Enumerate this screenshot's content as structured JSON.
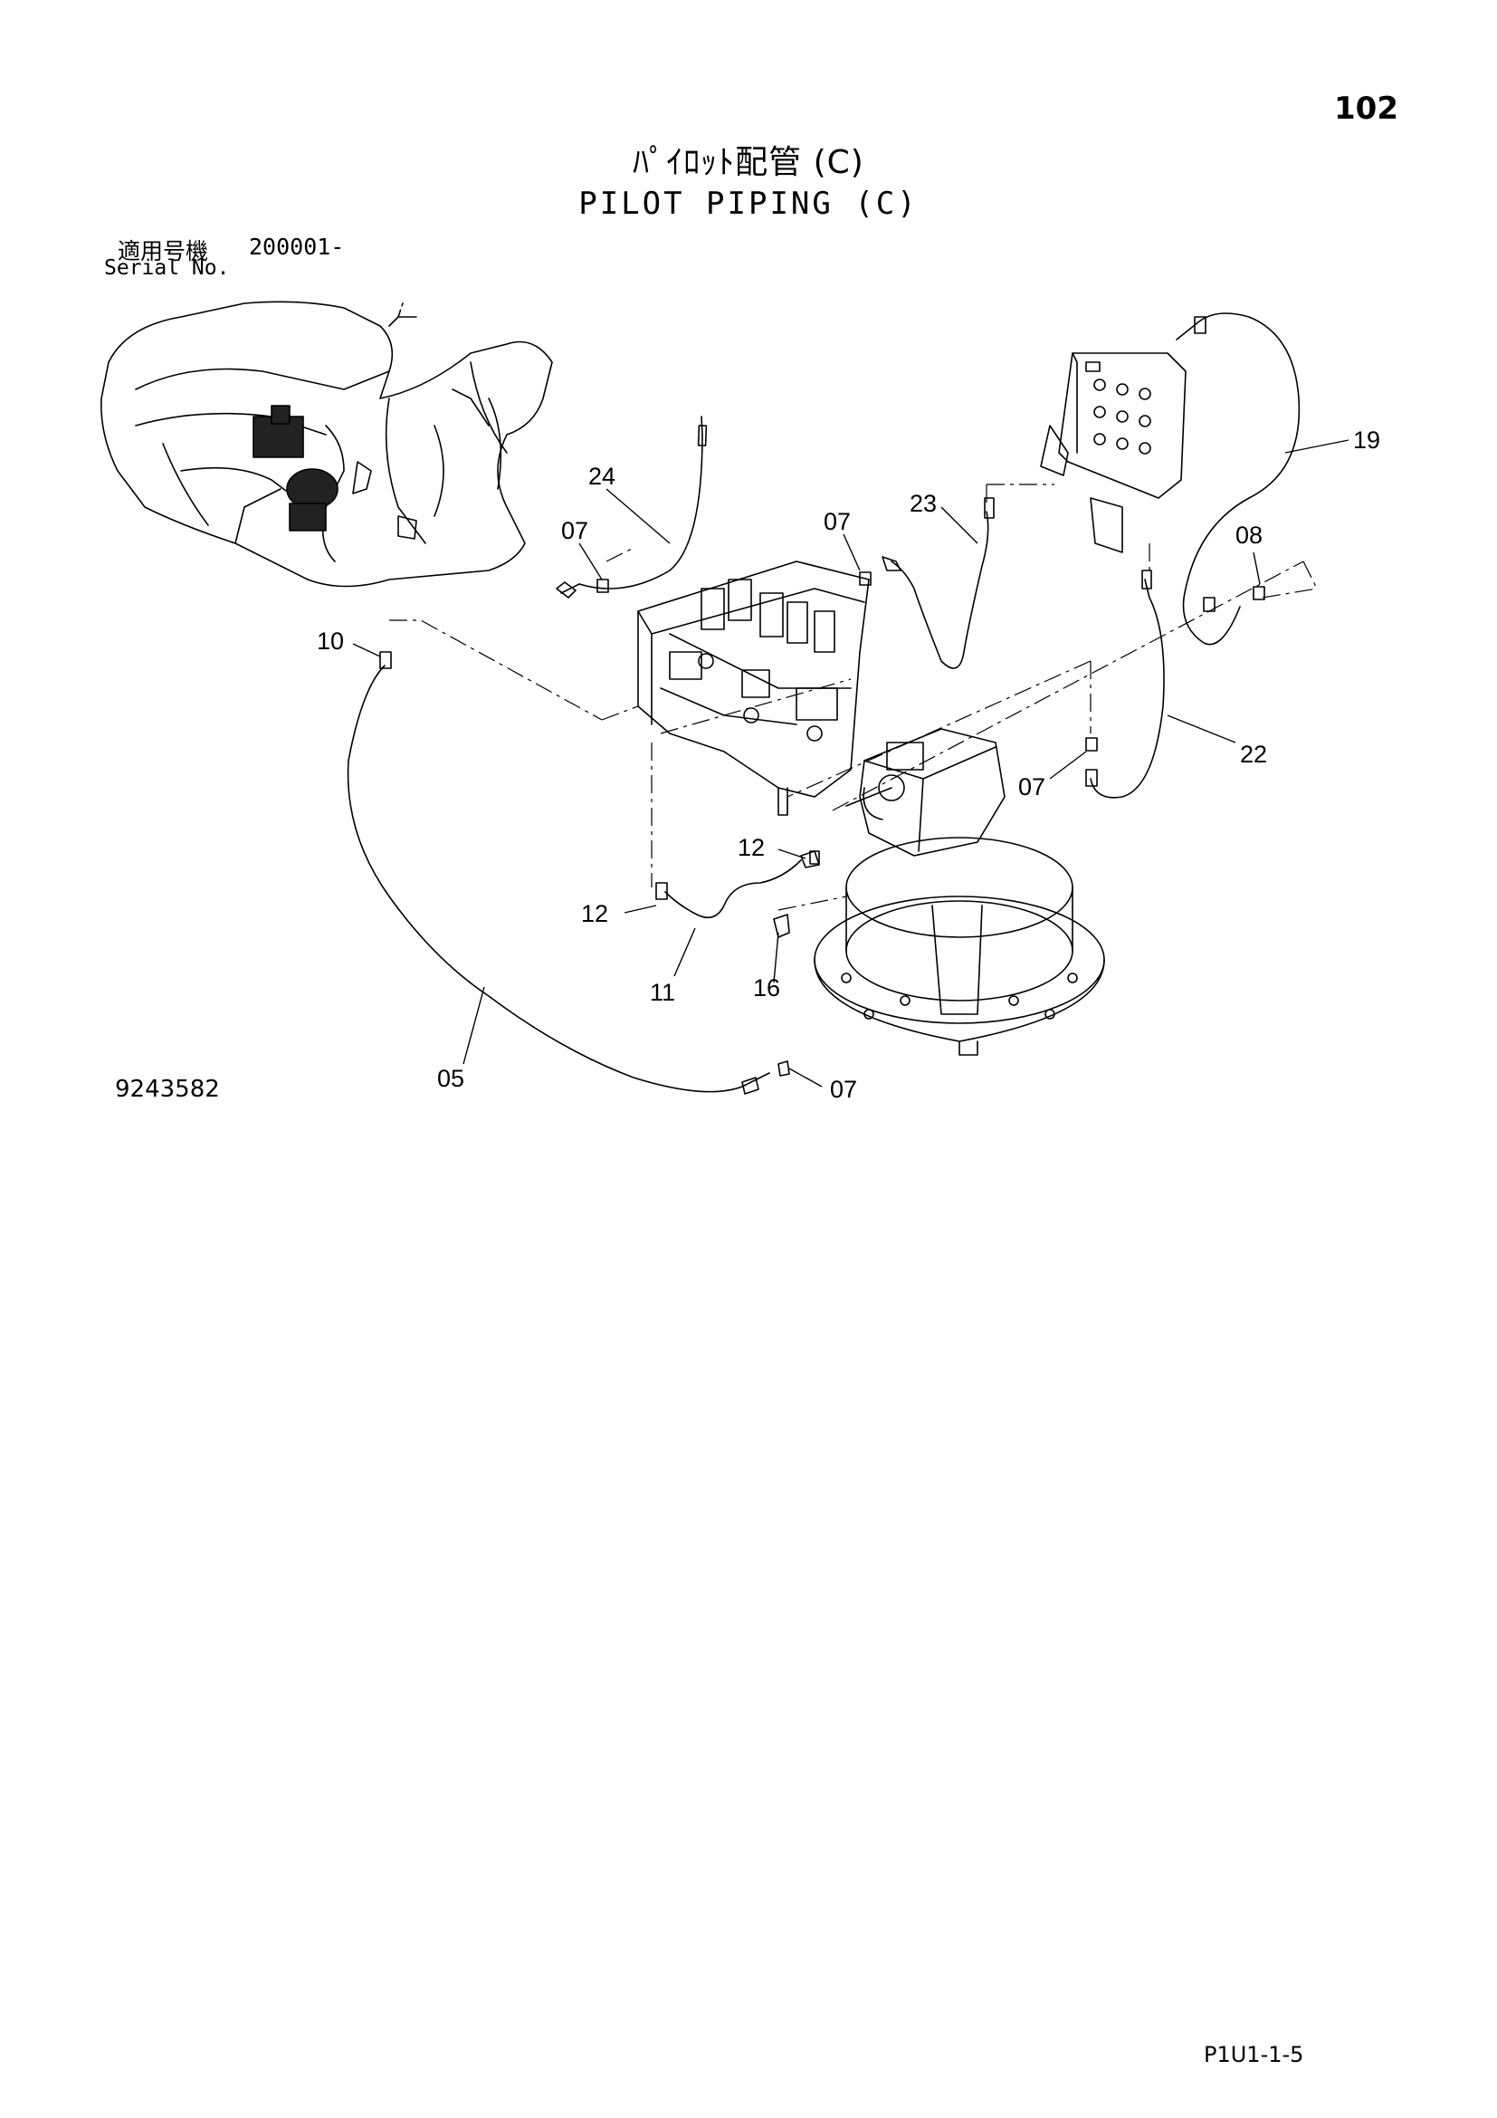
{
  "page_number": "102",
  "title_jp": "ﾊﾟｲﾛｯﾄ配管 (C)",
  "title_en": "PILOT PIPING (C)",
  "serial": {
    "label_jp": "適用号機",
    "value": "200001-",
    "label_en": "Serial No."
  },
  "drawing_number": "9243582",
  "sheet_code": "P1U1-1-5",
  "callouts": {
    "c24": "24",
    "c07a": "07",
    "c07b": "07",
    "c23": "23",
    "c19": "19",
    "c08": "08",
    "c10": "10",
    "c22": "22",
    "c07c": "07",
    "c12a": "12",
    "c12b": "12",
    "c11": "11",
    "c16": "16",
    "c05": "05",
    "c07d": "07"
  }
}
